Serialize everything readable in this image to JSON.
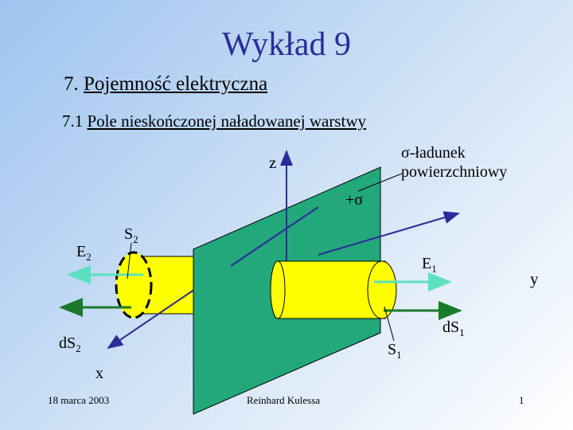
{
  "slide": {
    "title": "Wykład 9",
    "section_prefix": "7.",
    "section_title": "Pojemność elektryczna",
    "subsection_prefix": "7.1",
    "subsection_title": "Pole nieskończonej naładowanej warstwy"
  },
  "diagram": {
    "sigma_label": "σ-ładunek",
    "sigma_label_line2": "powierzchniowy",
    "z_axis": "z",
    "y_axis": "y",
    "x_axis": "x",
    "plus_sigma": "+σ",
    "s2": {
      "base": "S",
      "sub": "2"
    },
    "e2": {
      "base": "E",
      "sub": "2"
    },
    "e1": {
      "base": "E",
      "sub": "1"
    },
    "ds2": {
      "base": "dS",
      "sub": "2"
    },
    "s1": {
      "base": "S",
      "sub": "1"
    },
    "ds1": {
      "base": "dS",
      "sub": "1"
    },
    "colors": {
      "sheet": "#22a87a",
      "cylinder": "#ffff00",
      "e_arrow": "#5ce0c0",
      "ds_arrow": "#1a7a2a",
      "axis": "#2b2c9a"
    }
  },
  "footer": {
    "date": "18 marca 2003",
    "author": "Reinhard Kulessa",
    "page": "1"
  }
}
